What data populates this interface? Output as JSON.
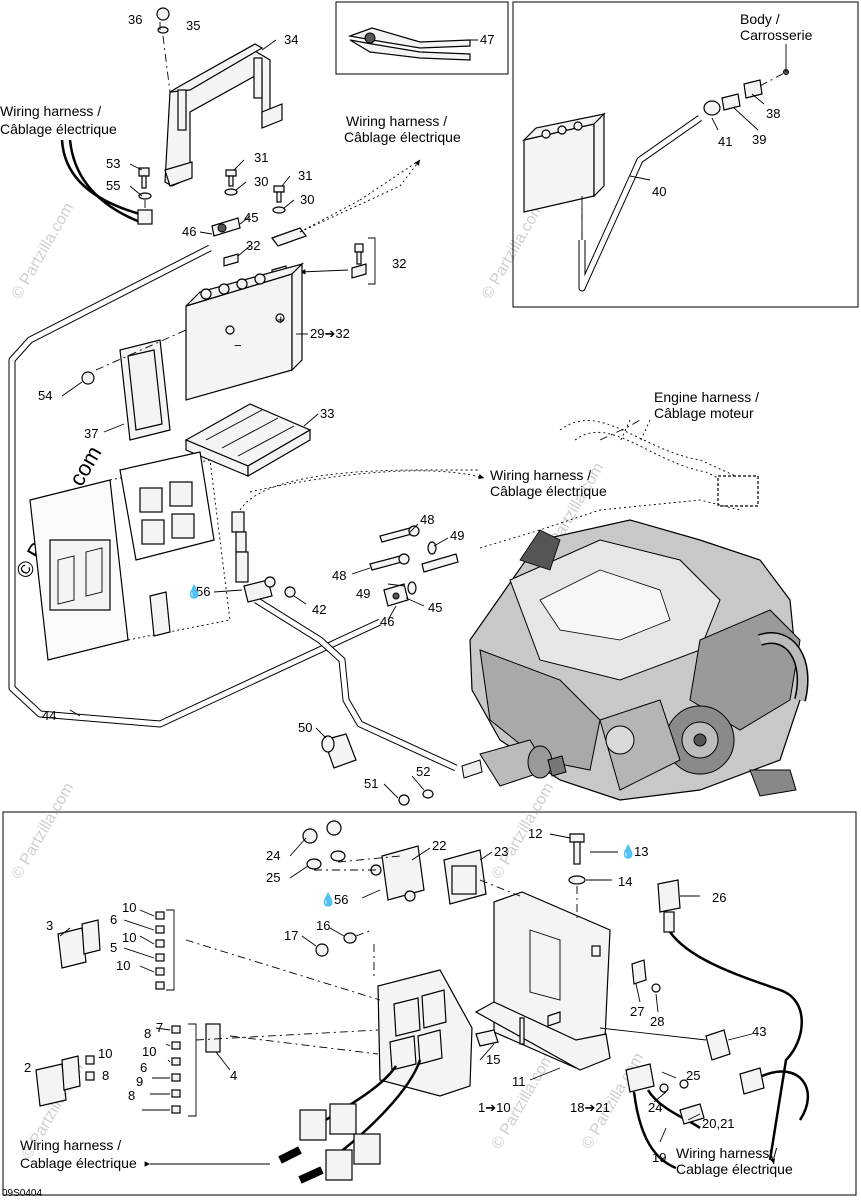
{
  "watermark": "© Partzilla.com",
  "figure_code": "09S0404",
  "captions": {
    "wiring_harness_top_left": [
      "Wiring harness /",
      "Câblage électrique"
    ],
    "wiring_harness_top_mid": [
      "Wiring harness /",
      "Câblage électrique"
    ],
    "body": [
      "Body /",
      "Carrosserie"
    ],
    "engine_harness": [
      "Engine harness /",
      "Câblage moteur"
    ],
    "wiring_harness_mid": [
      "Wiring harness /",
      "Câblage électrique"
    ],
    "wiring_harness_bottom_left": [
      "Wiring harness /",
      "Cablage électrique"
    ],
    "wiring_harness_bottom_right": [
      "Wiring harness /",
      "Cablage électrique"
    ]
  },
  "labels": {
    "l36": "36",
    "l35": "35",
    "l34": "34",
    "l47": "47",
    "l53": "53",
    "l55": "55",
    "l31a": "31",
    "l30a": "30",
    "l31b": "31",
    "l30b": "30",
    "l46a": "46",
    "l45a": "45",
    "l32a": "32",
    "l32b": "32",
    "l29": "29➔32",
    "l54": "54",
    "l33": "33",
    "l37": "37",
    "l38": "38",
    "l41": "41",
    "l39": "39",
    "l40": "40",
    "l48a": "48",
    "l49a": "49",
    "l48b": "48",
    "l49b": "49",
    "l45b": "45",
    "l46b": "46",
    "l56a": "56",
    "l42": "42",
    "l44": "44",
    "l50": "50",
    "l52": "52",
    "l51": "51",
    "l12": "12",
    "l13": "13",
    "l14": "14",
    "l22": "22",
    "l23": "23",
    "l24a": "24",
    "l25a": "25",
    "l56b": "56",
    "l26": "26",
    "l10a": "10",
    "l6a": "6",
    "l10b": "10",
    "l5": "5",
    "l10c": "10",
    "l3": "3",
    "l17": "17",
    "l16": "16",
    "l27": "27",
    "l28": "28",
    "l43": "43",
    "l7": "7",
    "l8a": "8",
    "l10d": "10",
    "l6b": "6",
    "l9": "9",
    "l8b": "8",
    "l2": "2",
    "l10e": "10",
    "l8c": "8",
    "l4": "4",
    "l15": "15",
    "l11": "11",
    "l1": "1➔10",
    "l18": "18➔21",
    "l25b": "25",
    "l24b": "24",
    "l2021": "20,21",
    "l19": "19"
  }
}
